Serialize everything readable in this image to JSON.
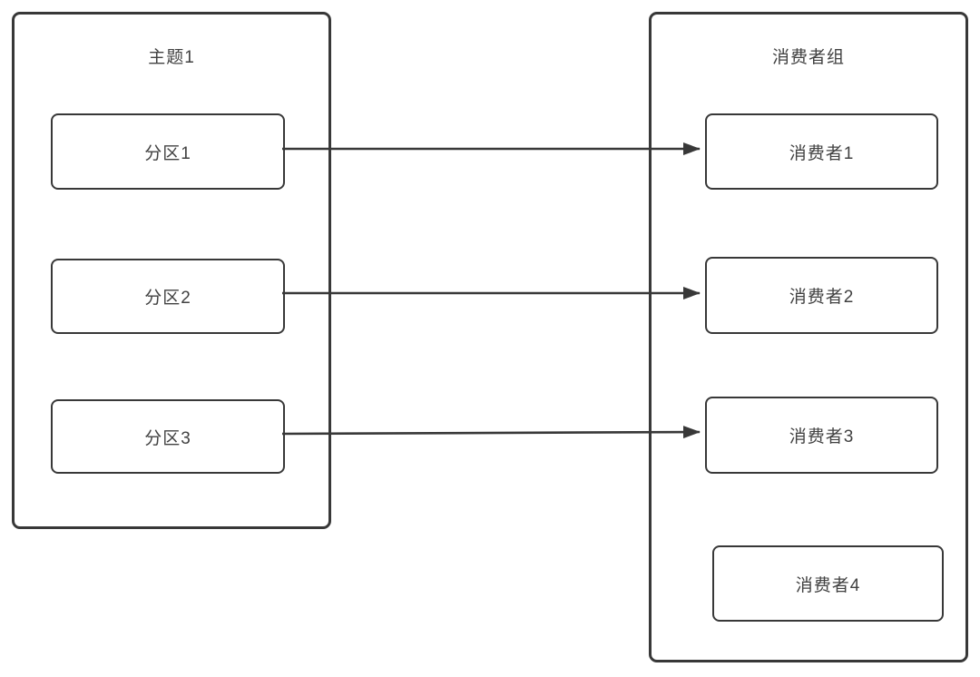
{
  "diagram": {
    "colors": {
      "stroke": "#383838",
      "text": "#414141",
      "background": "#ffffff"
    },
    "topic": {
      "title": "主题1",
      "partitions": [
        {
          "label": "分区1"
        },
        {
          "label": "分区2"
        },
        {
          "label": "分区3"
        }
      ]
    },
    "consumer_group": {
      "title": "消费者组",
      "consumers": [
        {
          "label": "消费者1"
        },
        {
          "label": "消费者2"
        },
        {
          "label": "消费者3"
        },
        {
          "label": "消费者4"
        }
      ]
    },
    "edges": [
      {
        "from": "分区1",
        "to": "消费者1"
      },
      {
        "from": "分区2",
        "to": "消费者2"
      },
      {
        "from": "分区3",
        "to": "消费者3"
      }
    ]
  }
}
